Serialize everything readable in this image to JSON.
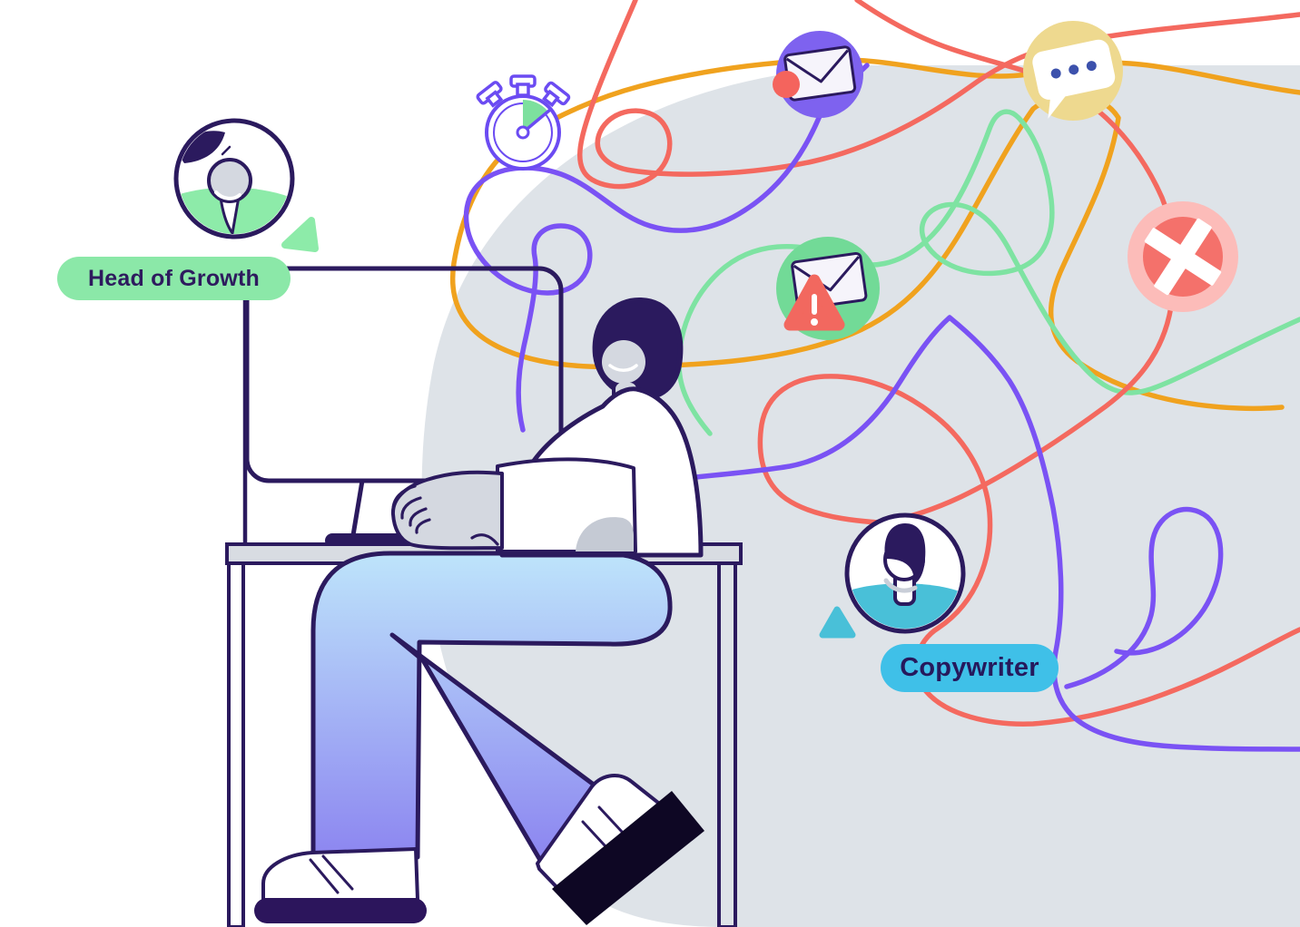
{
  "scene": {
    "description": "Illustration of a person working at a desk computer while tangled communication threads connect messaging icons",
    "canvas_background": "#ffffff",
    "backdrop_blob_color": "#dee3e8"
  },
  "badges": [
    {
      "label": "Head of Growth",
      "pill_color": "#8be8a8",
      "text_color": "#2e1b5e",
      "avatar": "pin-person-avatar",
      "accent_triangle": "#8deba9"
    },
    {
      "label": "Copywriter",
      "pill_color": "#3fc0e8",
      "text_color": "#26195c",
      "avatar": "copywriter-person-avatar",
      "accent_triangle": "#49c0d8"
    }
  ],
  "icons": [
    {
      "name": "stopwatch-icon",
      "outline_color": "#6b4bf2",
      "wedge_color": "#7de09e"
    },
    {
      "name": "mail-notification-icon",
      "circle_color": "#7e62ef",
      "badge_color": "#f4645d"
    },
    {
      "name": "chat-typing-icon",
      "circle_color": "#eed98f",
      "dots_color": "#3c51ac"
    },
    {
      "name": "mail-warning-icon",
      "circle_color": "#72da97",
      "warning_color": "#f2685f"
    },
    {
      "name": "error-cross-icon",
      "outer_color": "#fcbcb9",
      "inner_color": "#f4716b",
      "cross_color": "#ffffff"
    }
  ],
  "threads": {
    "orange": "#f0a21e",
    "red": "#f4695f",
    "purple": "#7a52f4",
    "green": "#7ee3a2",
    "navy": "#2b1a5e"
  },
  "person": {
    "shirt_color": "#ffffff",
    "skin_color": "#d4d8e0",
    "hair_color": "#2b1a5e",
    "pants_gradient_top": "#bfe7fb",
    "pants_gradient_bottom": "#8272ee"
  }
}
